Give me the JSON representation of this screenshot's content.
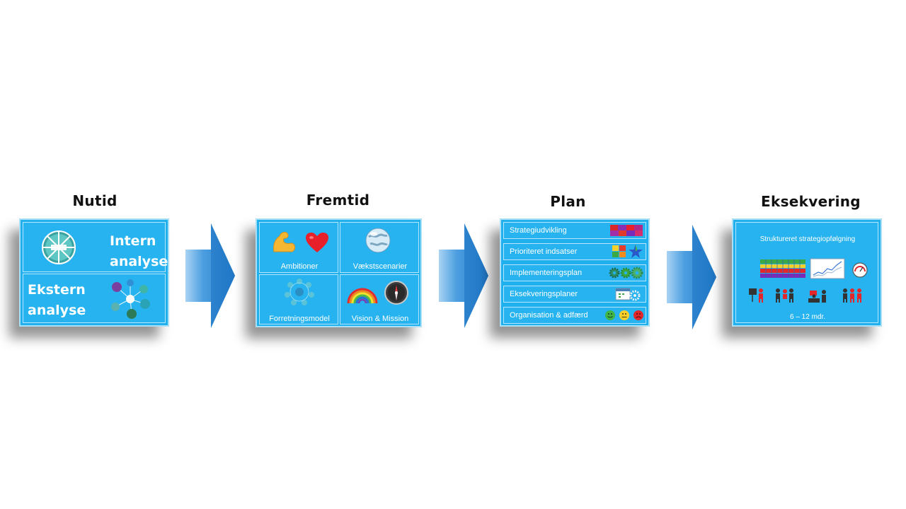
{
  "stages": {
    "nutid": {
      "title": "Nutid",
      "intern_line1": "Intern",
      "intern_line2": "analyse",
      "ekstern_line1": "Ekstern",
      "ekstern_line2": "analyse"
    },
    "fremtid": {
      "title": "Fremtid",
      "cells": [
        "Ambitioner",
        "Vækstscenarier",
        "Forretningsmodel",
        "Vision & Mission"
      ]
    },
    "plan": {
      "title": "Plan",
      "rows": [
        "Strategiudvikling",
        "Prioriteret indsatser",
        "Implementeringsplan",
        "Eksekveringsplaner",
        "Organisation & adfærd"
      ]
    },
    "eksekvering": {
      "title": "Eksekvering",
      "heading": "Struktureret strategiopfølgning",
      "duration": "6 – 12 mdr."
    }
  },
  "colors": {
    "panel": "#20b0ee",
    "panel_border": "#a9dff7",
    "arrow": "#2a8dd8"
  }
}
